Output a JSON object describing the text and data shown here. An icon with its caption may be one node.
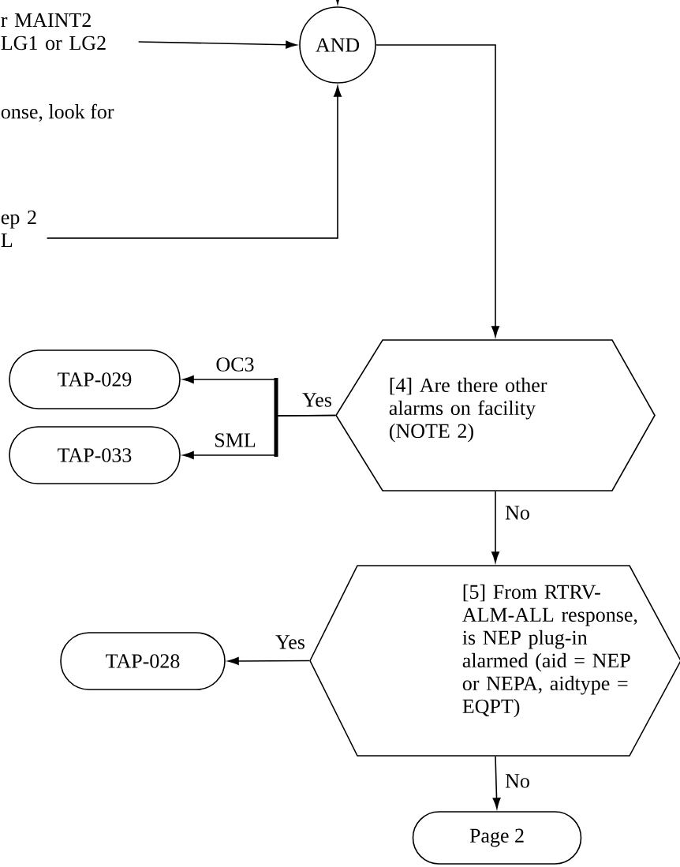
{
  "diagram": {
    "nodes": [
      {
        "text": [
          "r MAINT2 LG1 or LG2"
        ]
      },
      {
        "text": [
          "AND"
        ]
      },
      {
        "text": [
          "ep 2 L"
        ]
      },
      {
        "text": [
          "[4] Are there other alarms on facility (NOTE 2)"
        ]
      },
      {
        "text": [
          "TAP-029"
        ]
      },
      {
        "text": [
          "TAP-033"
        ]
      },
      {
        "text": [
          "[5] From RTRV-ALM-ALL response, is NEP plug-in alarmed (aid = NEP or NEPA, aidtype = EQPT)"
        ]
      },
      {
        "text": [
          "TAP-028"
        ]
      },
      {
        "text": [
          "Page 2"
        ]
      }
    ],
    "edges": [
      {
        "from": null,
        "to": 1,
        "arrow": "to"
      },
      {
        "from": 0,
        "to": 1,
        "arrow": "to"
      },
      {
        "from": 2,
        "to": 1,
        "arrow": "to"
      },
      {
        "from": 1,
        "to": 3,
        "arrow": "to"
      },
      {
        "from": 3,
        "to": 4,
        "arrow": "to",
        "label": "OC3"
      },
      {
        "from": 3,
        "to": 5,
        "arrow": "to",
        "label": "SML"
      },
      {
        "from": 3,
        "to": 6,
        "arrow": "to",
        "label": "No"
      },
      {
        "from": 6,
        "to": 7,
        "arrow": "to",
        "label": "Yes"
      },
      {
        "from": 6,
        "to": 8,
        "arrow": "to",
        "label": "No"
      }
    ],
    "labels": [
      "onse, look for",
      "Yes"
    ]
  }
}
